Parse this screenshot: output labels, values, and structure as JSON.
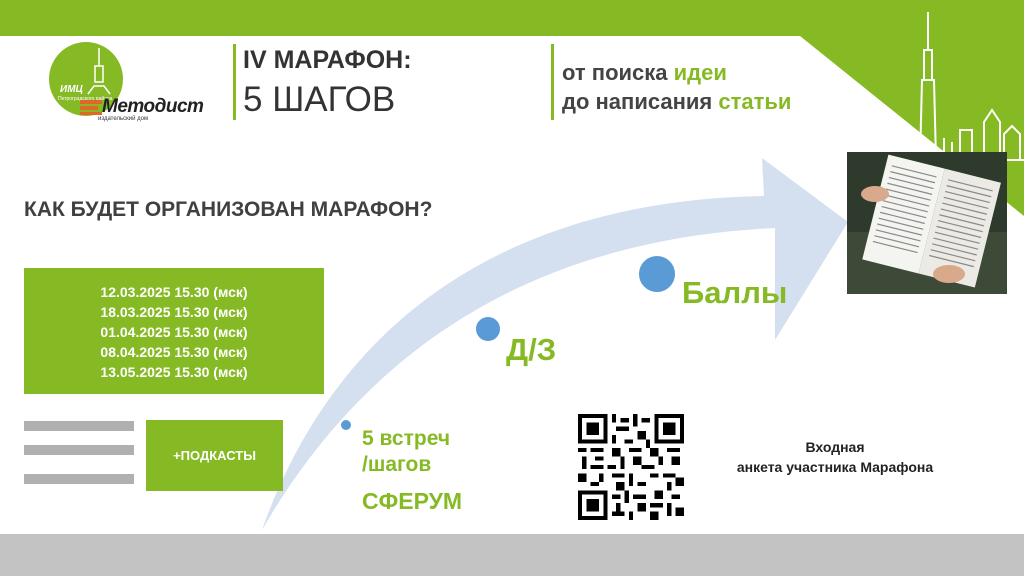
{
  "header": {
    "title_line1": "IV МАРАФОН:",
    "title_line2": "5 ШАГОВ",
    "tagline1_prefix": "от поиска ",
    "tagline1_highlight": "идеи",
    "tagline2_prefix": "до написания ",
    "tagline2_highlight": "статьи"
  },
  "logo": {
    "org_abbr": "ИМЦ",
    "org_sub": "Петроградского района",
    "brand": "Методист",
    "brand_sub": "издательский дом"
  },
  "heading": "КАК БУДЕТ ОРГАНИЗОВАН МАРАФОН?",
  "dates": [
    "12.03.2025 15.30 (мск)",
    "18.03.2025 15.30 (мск)",
    "01.04.2025 15.30 (мск)",
    "08.04.2025 15.30 (мск)",
    "13.05.2025 15.30 (мск)"
  ],
  "podcasts_label": "+ПОДКАСТЫ",
  "steps": {
    "step1_line1": "5 встреч",
    "step1_line2": "/шагов",
    "step1_platform": "СФЕРУМ",
    "step2": "Д/З",
    "step3": "Баллы"
  },
  "survey": {
    "line1": "Входная",
    "line2": "анкета участника Марафона"
  },
  "colors": {
    "accent": "#86ba25",
    "arrow": "#d4e0ef",
    "dot": "#5b9bd5",
    "footer": "#c3c3c3",
    "text": "#404040"
  },
  "icons": [
    "qr-code-icon",
    "document-photo",
    "city-skyline-icon",
    "arrow-icon"
  ]
}
